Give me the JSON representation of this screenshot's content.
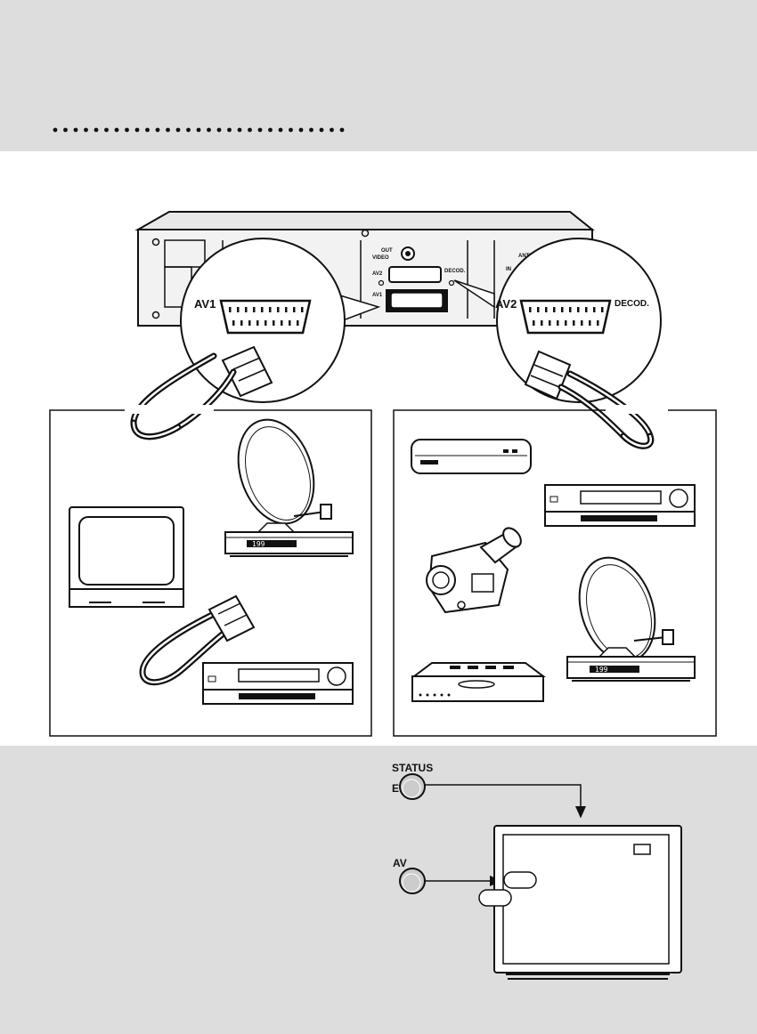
{
  "vcr_back": {
    "out_label": "OUT",
    "video_label": "VIDEO",
    "av2_small": "AV2",
    "decod_small": "DECOD.",
    "av1_small": "AV1",
    "antenna_partial": "ANTE",
    "in_partial": "IN"
  },
  "zoom_left": {
    "av1_label": "AV1"
  },
  "zoom_right": {
    "av2_label": "AV2",
    "decod_label": "DECOD."
  },
  "devices": {
    "sat_display_text": "199"
  },
  "remote": {
    "status_label": "STATUS",
    "status_sub": "E",
    "av_label": "AV"
  },
  "colors": {
    "band": "#dddddd",
    "line": "#111111",
    "button": "#cccccc"
  }
}
